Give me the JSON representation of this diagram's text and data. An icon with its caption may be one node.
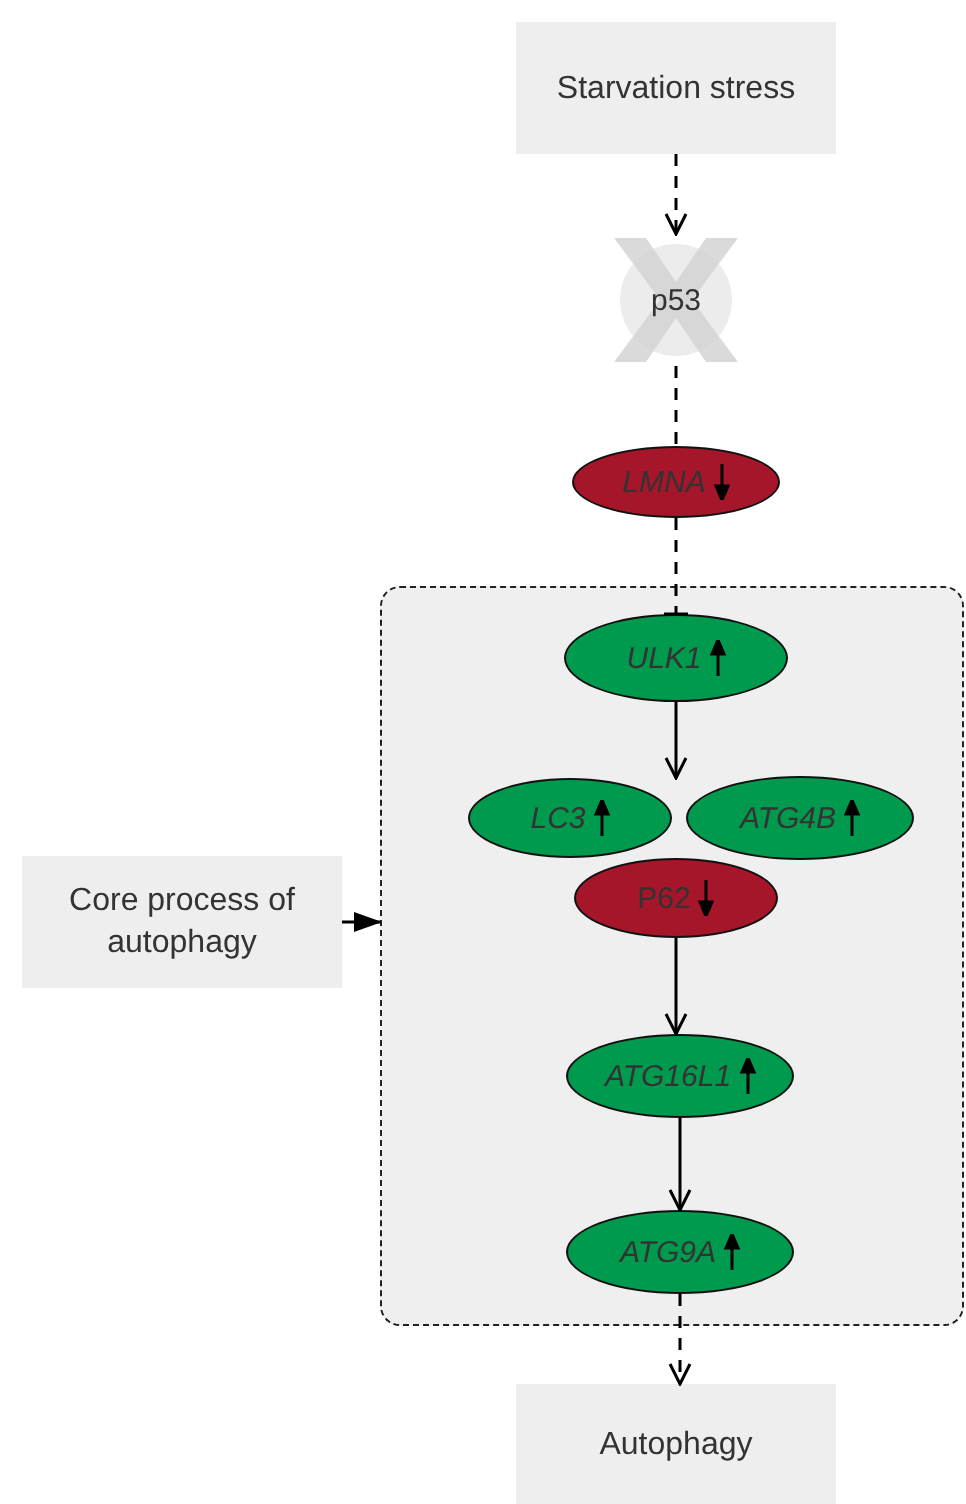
{
  "diagram": {
    "nodes": [
      {
        "text": [
          "Starvation stress"
        ]
      },
      {
        "text": [
          "p53"
        ]
      },
      {
        "text": [
          "LMNA"
        ]
      },
      {
        "text": [],
        "shape": "box"
      },
      {
        "text": [
          "ULK1"
        ],
        "in": 3
      },
      {
        "text": [
          "LC3"
        ],
        "in": 3
      },
      {
        "text": [
          "ATG4B"
        ],
        "in": 3
      },
      {
        "text": [
          "P62"
        ],
        "in": 3
      },
      {
        "text": [
          "ATG16L1"
        ],
        "in": 3
      },
      {
        "text": [
          "ATG9A"
        ],
        "in": 3
      },
      {
        "text": [
          "Core process of autophagy"
        ]
      },
      {
        "text": [
          "Autophagy"
        ]
      }
    ],
    "edges": [
      {
        "from": 0,
        "to": 1,
        "arrow": "to",
        "style": "dashed"
      },
      {
        "from": 1,
        "to": 2,
        "arrow": "none",
        "style": "dashed"
      },
      {
        "from": 2,
        "to": 4,
        "arrow": "other",
        "style": "dashed"
      },
      {
        "from": 4,
        "to": 5,
        "arrow": "to"
      },
      {
        "from": 7,
        "to": 8,
        "arrow": "to"
      },
      {
        "from": 8,
        "to": 9,
        "arrow": "to"
      },
      {
        "from": 9,
        "to": 11,
        "arrow": "to",
        "style": "dashed"
      },
      {
        "from": 10,
        "to": 3,
        "arrow": "to"
      }
    ]
  }
}
